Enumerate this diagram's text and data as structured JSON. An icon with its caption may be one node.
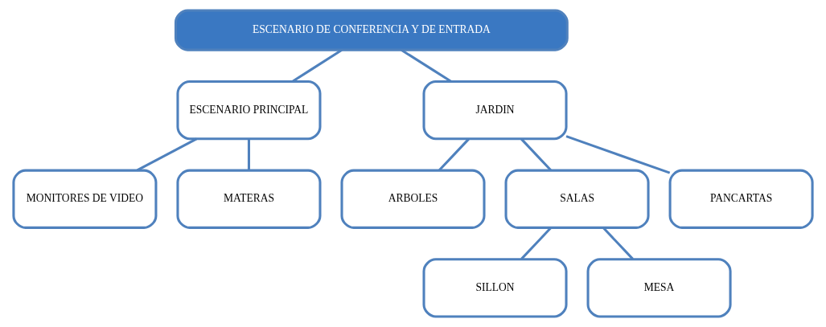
{
  "diagram": {
    "nodes": [
      {
        "text": [
          "ESCENARIO DE CONFERENCIA Y DE ENTRADA"
        ]
      },
      {
        "text": [
          "ESCENARIO PRINCIPAL"
        ]
      },
      {
        "text": [
          "JARDIN"
        ]
      },
      {
        "text": [
          "MONITORES DE VIDEO"
        ]
      },
      {
        "text": [
          "MATERAS"
        ]
      },
      {
        "text": [
          "ARBOLES"
        ]
      },
      {
        "text": [
          "SALAS"
        ]
      },
      {
        "text": [
          "PANCARTAS"
        ]
      },
      {
        "text": [
          "SILLON"
        ]
      },
      {
        "text": [
          "MESA"
        ]
      }
    ],
    "edges": [
      {
        "from": 0,
        "to": 1,
        "arrow": "none"
      },
      {
        "from": 0,
        "to": 2,
        "arrow": "none"
      },
      {
        "from": 1,
        "to": 3,
        "arrow": "none"
      },
      {
        "from": 1,
        "to": 4,
        "arrow": "none"
      },
      {
        "from": 2,
        "to": 5,
        "arrow": "none"
      },
      {
        "from": 2,
        "to": 6,
        "arrow": "none"
      },
      {
        "from": 2,
        "to": 7,
        "arrow": "none"
      },
      {
        "from": 6,
        "to": 8,
        "arrow": "none"
      },
      {
        "from": 6,
        "to": 9,
        "arrow": "none"
      }
    ]
  }
}
